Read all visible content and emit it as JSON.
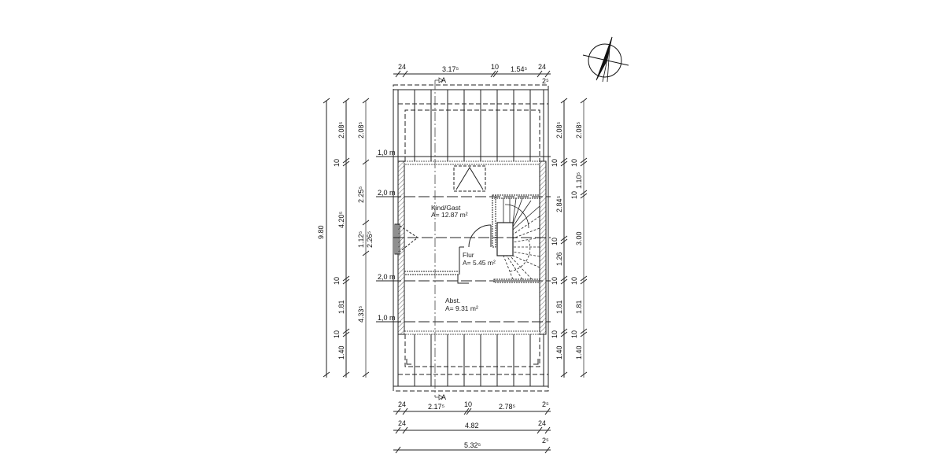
{
  "plan": {
    "section_marker": "A",
    "level_labels": [
      "1,0 m",
      "2,0 m",
      "2,0 m",
      "1,0 m"
    ],
    "rooms": [
      {
        "name": "Kind/Gast",
        "area": "A= 12.87 m²"
      },
      {
        "name": "Flur",
        "area": "A= 5.45 m²"
      },
      {
        "name": "Abst.",
        "area": "A= 9.31 m²"
      }
    ]
  },
  "dimensions": {
    "top": {
      "row1": [
        "24",
        "3.17⁵",
        "10",
        "1.54⁵",
        "24"
      ],
      "top_right_small": "2⁵"
    },
    "bottom": {
      "row1": [
        "24",
        "2.17⁵",
        "10",
        "2.78⁵",
        "2⁵"
      ],
      "row2": [
        "24",
        "4.82",
        "24"
      ],
      "row3": [
        "5.32⁵",
        "2⁵"
      ]
    },
    "left": {
      "col1": [
        "9.80"
      ],
      "col2": [
        "2.08⁵",
        "10",
        "4.20⁵",
        "10",
        "1.81",
        "10",
        "1.40"
      ],
      "col3": [
        "2.08⁵",
        "2.25⁵",
        "1.12⁵",
        "2.26⁵",
        "4.33⁵"
      ]
    },
    "right": {
      "col1": [
        "2.08⁵",
        "10",
        "2.84⁵",
        "10",
        "1.26",
        "10",
        "1.81",
        "10",
        "1.40"
      ],
      "col2": [
        "2.08⁵",
        "10",
        "1.10⁵",
        "10",
        "3.00",
        "10",
        "1.81",
        "10",
        "1.40"
      ]
    }
  },
  "north_arrow": {
    "icon": "north-arrow-icon"
  }
}
